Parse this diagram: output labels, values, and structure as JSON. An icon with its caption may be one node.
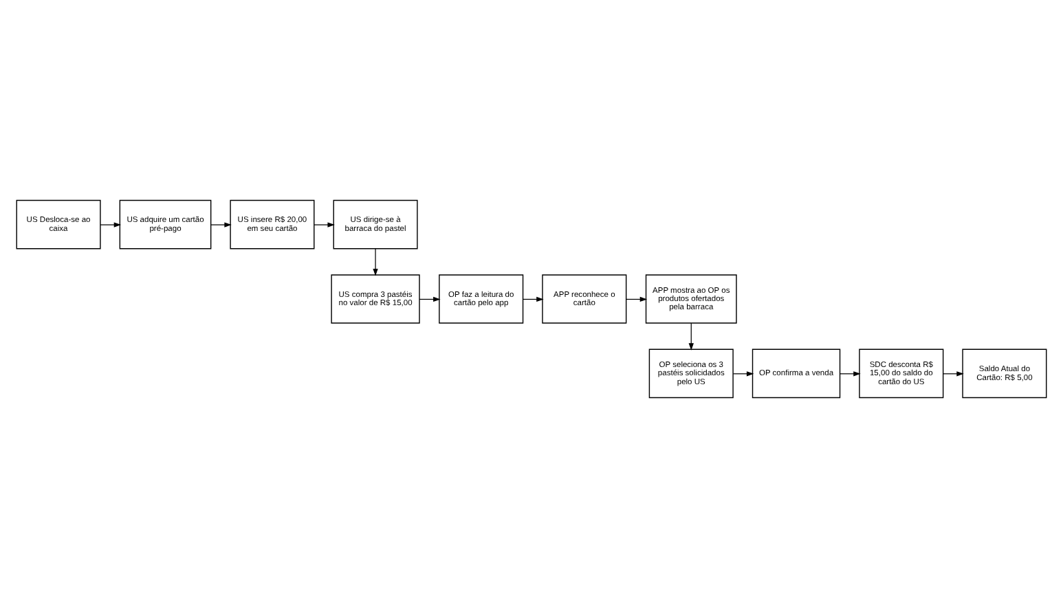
{
  "diagram": {
    "nodes": [
      {
        "text": [
          "US Desloca-se ao caixa"
        ]
      },
      {
        "text": [
          "US adquire um cartão pré-pago"
        ]
      },
      {
        "text": [
          "US insere R$ 20,00 em seu cartão"
        ]
      },
      {
        "text": [
          "US dirige-se à barraca do pastel"
        ]
      },
      {
        "text": [
          "US compra 3 pastéis no valor de R$ 15,00"
        ]
      },
      {
        "text": [
          "OP faz a leitura do cartão pelo app"
        ]
      },
      {
        "text": [
          "APP reconhece o cartão"
        ]
      },
      {
        "text": [
          "APP mostra ao OP os produtos ofertados pela barraca"
        ]
      },
      {
        "text": [
          "OP seleciona os 3 pastéis solicidados pelo US"
        ]
      },
      {
        "text": [
          "OP confirma a venda"
        ]
      },
      {
        "text": [
          "SDC desconta R$ 15,00 do saldo do cartão do US"
        ]
      },
      {
        "text": [
          "Saldo Atual do Cartão: R$ 5,00"
        ]
      }
    ],
    "edges": [
      {
        "from": 0,
        "to": 1,
        "arrow": "to"
      },
      {
        "from": 1,
        "to": 2,
        "arrow": "to"
      },
      {
        "from": 2,
        "to": 3,
        "arrow": "to"
      },
      {
        "from": 3,
        "to": 4,
        "arrow": "to"
      },
      {
        "from": 4,
        "to": 5,
        "arrow": "to"
      },
      {
        "from": 5,
        "to": 6,
        "arrow": "to"
      },
      {
        "from": 6,
        "to": 7,
        "arrow": "to"
      },
      {
        "from": 7,
        "to": 8,
        "arrow": "to"
      },
      {
        "from": 8,
        "to": 9,
        "arrow": "to"
      },
      {
        "from": 9,
        "to": 10,
        "arrow": "to"
      },
      {
        "from": 10,
        "to": 11,
        "arrow": "to"
      }
    ]
  }
}
